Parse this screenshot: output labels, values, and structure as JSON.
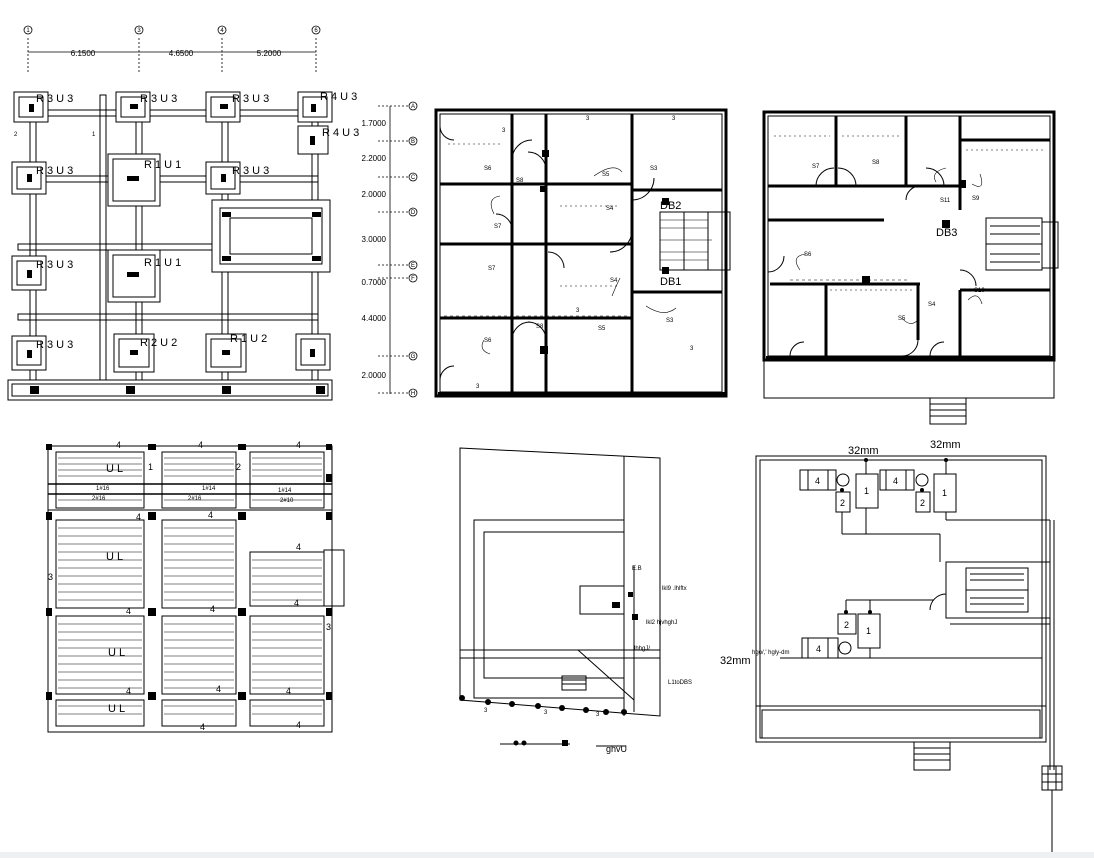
{
  "dimensions": {
    "grid_bubbles": [
      "1",
      "3",
      "4",
      "6"
    ],
    "top_spans": [
      "6.1500",
      "4.6500",
      "5.2000"
    ],
    "side_spans": [
      "1.7000",
      "2.2000",
      "2.0000",
      "3.0000",
      "0.7000",
      "4.4000",
      "2.0000"
    ],
    "side_bubbles": [
      "A",
      "B",
      "C",
      "D",
      "E",
      "F",
      "G",
      "H"
    ]
  },
  "foundation_plan": {
    "footings": [
      "R 3  U 3",
      "R 3  U 3",
      "R 3  U 3",
      "R 4  U 3",
      "R 4  U 3",
      "R 3  U 3",
      "R 1  U 1",
      "R 3  U 3",
      "R 3  U 3",
      "R 1  U 1",
      "R 3  U 3",
      "R 2  U 2",
      "R 1  U 2"
    ],
    "marks": [
      "1",
      "2"
    ]
  },
  "electrical_plan_1": {
    "db_labels": [
      "DB2",
      "DB1"
    ],
    "switches": [
      "S6",
      "S8",
      "S5",
      "S3",
      "S7",
      "S4",
      "S7",
      "S4",
      "S8",
      "S6",
      "S5",
      "S3"
    ],
    "room_num": "3"
  },
  "electrical_plan_2": {
    "db_labels": [
      "DB3"
    ],
    "switches": [
      "S7",
      "S8",
      "S11",
      "S9",
      "S6",
      "S5",
      "S4",
      "S10"
    ]
  },
  "slab_plan": {
    "marks": [
      "4",
      "U L",
      "1",
      "2",
      "3",
      "1#16",
      "2#16",
      "1#14",
      "2#14",
      "2#10"
    ]
  },
  "site_plan": {
    "labels": [
      "E.B",
      "lkl9 .lhlftx",
      "lkl2 hjvhghJ",
      "lhhgJ/",
      "L1toDBS",
      "ghvU"
    ],
    "num": "3"
  },
  "plumbing_plan": {
    "pipe_sizes": [
      "32mm",
      "32mm",
      "32mm"
    ],
    "note": "hgo/,' hgly-dm",
    "fixtures": [
      "4",
      "1",
      "2"
    ]
  }
}
